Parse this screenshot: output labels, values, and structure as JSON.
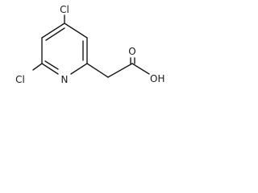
{
  "molecule": {
    "atoms": {
      "cl_top": "Cl",
      "cl_left": "Cl",
      "n_ring": "N",
      "o_carbonyl": "O",
      "oh": "OH"
    }
  },
  "colors": {
    "ink": "#1a1a1a",
    "background": "#ffffff"
  }
}
